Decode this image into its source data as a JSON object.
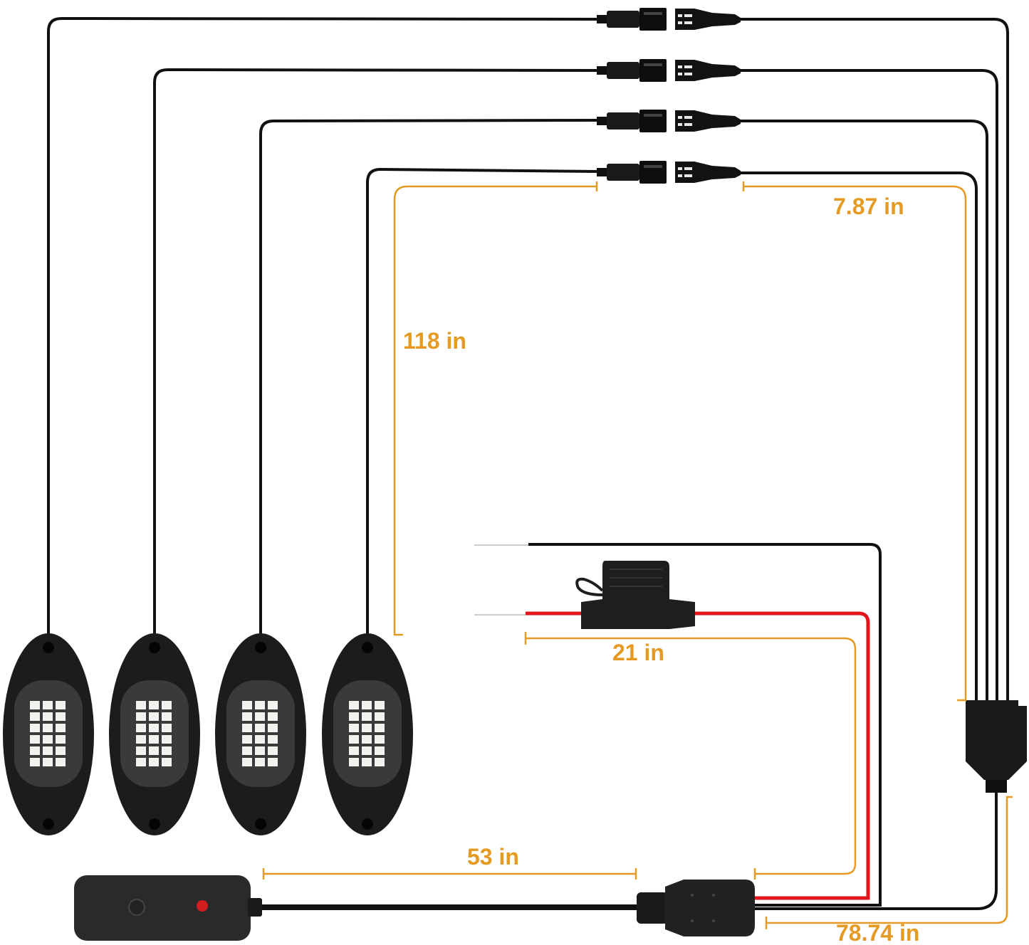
{
  "colors": {
    "wire": "#111111",
    "positive_wire": "#e4141b",
    "dimension": "#e59a24",
    "pod_shell": "#1c1c1c",
    "pod_lens": "#3a3a3a",
    "led": "#f2f2ef",
    "indicator": "#d21e1e",
    "bare_lead": "#cccccc"
  },
  "icons": {
    "pod": "rock-light-pod-icon",
    "connector": "two-pin-connector-icon",
    "fuse": "blade-fuse-holder-icon",
    "splitter": "splitter-hub-icon",
    "switch": "switch-box-icon"
  },
  "dimensions": {
    "extension_lead": "7.87 in",
    "pod_lead": "118 in",
    "power_lead": "21 in",
    "switch_lead": "53 in",
    "main_lead": "78.74 in"
  },
  "pods": [
    {
      "id": "pod-1"
    },
    {
      "id": "pod-2"
    },
    {
      "id": "pod-3"
    },
    {
      "id": "pod-4"
    }
  ]
}
